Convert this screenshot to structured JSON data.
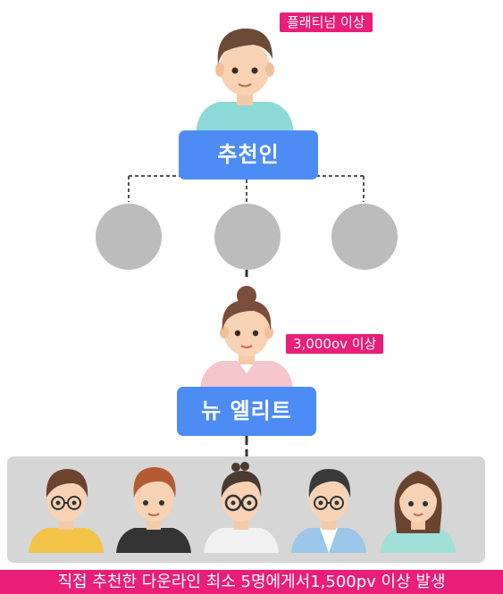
{
  "top_person": {
    "badge": "플래티넘 이상",
    "label": "추천인",
    "shirt_color": "#8dd9d8",
    "hair_color": "#6b4a38"
  },
  "middle_person": {
    "badge": "3,000ov 이상",
    "label": "뉴 엘리트",
    "shirt_color": "#f4c5cb",
    "hair_color": "#7a4e3a"
  },
  "downline": [
    {
      "shirt": "#f3c349",
      "hair": "#6b4430",
      "glasses": true
    },
    {
      "shirt": "#333333",
      "hair": "#b45a34",
      "glasses": false
    },
    {
      "shirt": "#f1f1f1",
      "hair": "#4a3a30",
      "glasses": true
    },
    {
      "shirt": "#9ac7ea",
      "hair": "#3a3a3a",
      "glasses": true
    },
    {
      "shirt": "#9fe0d8",
      "hair": "#6b4430",
      "glasses": false
    }
  ],
  "footer": "직접 추천한 다운라인 최소 5명에게서1,500pv 이상 발생",
  "colors": {
    "accent_pink": "#e81e78",
    "accent_blue": "#4d8cf4",
    "placeholder_gray": "#bcbcbc",
    "panel_gray": "#d6d6d6"
  }
}
